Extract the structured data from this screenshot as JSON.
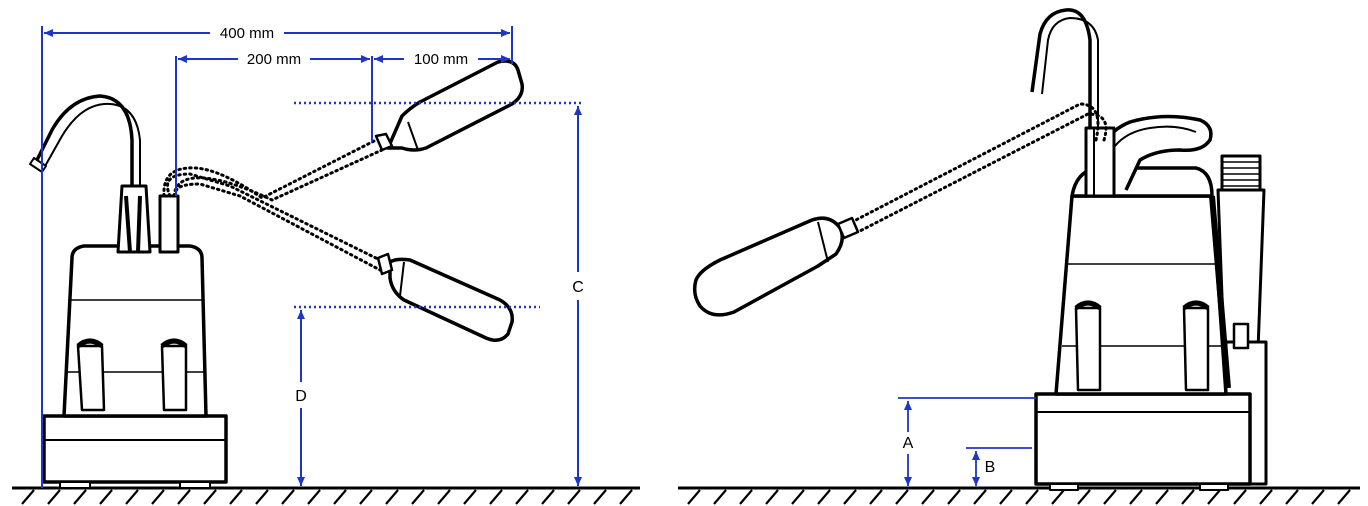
{
  "colors": {
    "dimension": "#1f35c8",
    "outline": "#000000",
    "background": "#ffffff"
  },
  "left_view": {
    "dim_total": "400 mm",
    "dim_mid": "200 mm",
    "dim_small": "100 mm",
    "label_c": "C",
    "label_d": "D"
  },
  "right_view": {
    "label_a": "A",
    "label_b": "B"
  }
}
